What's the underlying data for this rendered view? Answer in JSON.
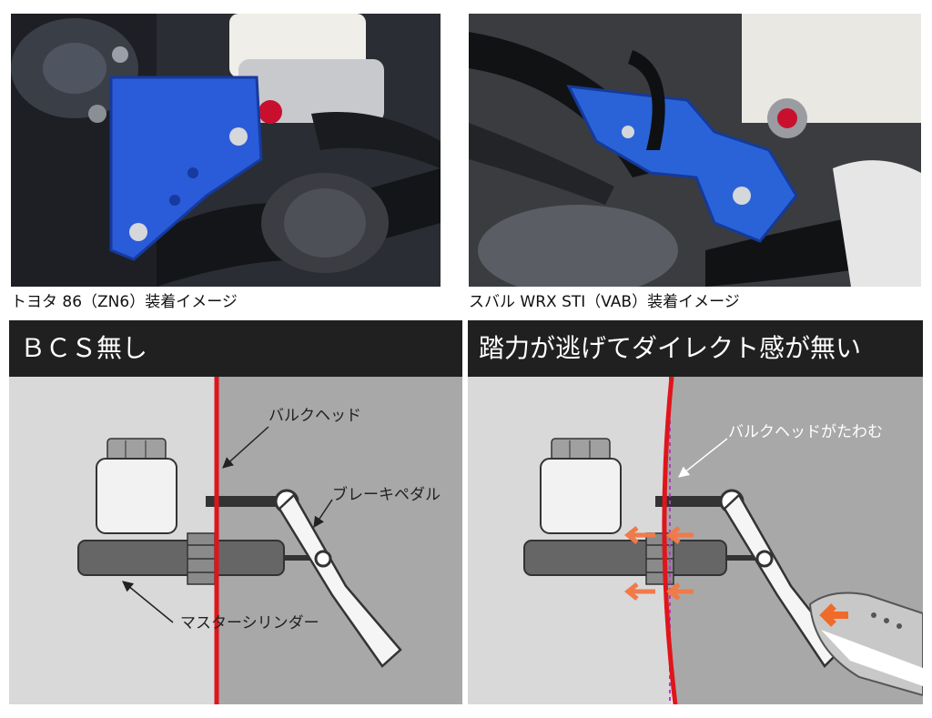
{
  "photos": [
    {
      "caption": "トヨタ 86（ZN6）装着イメージ"
    },
    {
      "caption": "スバル WRX STI（VAB）装着イメージ"
    }
  ],
  "diagrams": [
    {
      "header": "ＢＣＳ無し",
      "labels": {
        "bulkhead": "バルクヘッド",
        "brake_pedal": "ブレーキペダル",
        "master_cylinder": "マスターシリンダー"
      }
    },
    {
      "header": "踏力が逃げてダイレクト感が無い",
      "labels": {
        "bulkhead_flex": "バルクヘッドがたわむ"
      }
    }
  ],
  "colors": {
    "bracket_blue": "#2a5bd8",
    "bulkhead_red": "#e0151b",
    "arrow_orange": "#f07a4a",
    "header_bg": "#202020",
    "panel_left": "#d9d9d9",
    "panel_right": "#a8a8a8"
  }
}
